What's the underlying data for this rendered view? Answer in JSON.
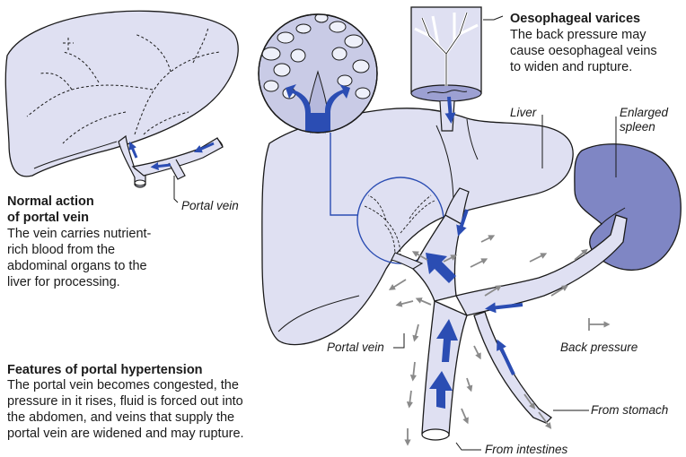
{
  "normal": {
    "heading_lines": [
      "Normal action",
      "of portal vein"
    ],
    "body_lines": [
      "The vein carries nutrient-",
      "rich blood from the",
      "abdominal organs to the",
      "liver for processing."
    ]
  },
  "features": {
    "heading": "Features of portal hypertension",
    "body_lines": [
      "The portal vein becomes congested, the",
      "pressure in it rises, fluid is forced out into",
      "the abdomen, and veins that supply the",
      "portal vein are widened and may rupture."
    ]
  },
  "varices": {
    "heading": "Oesophageal varices",
    "body_lines": [
      "The back pressure may",
      "cause oesophageal veins",
      "to widen and rupture."
    ]
  },
  "labels": {
    "portal_vein_small": "Portal vein",
    "portal_vein_large": "Portal vein",
    "liver": "Liver",
    "enlarged_spleen_lines": [
      "Enlarged",
      "spleen"
    ],
    "back_pressure": "Back pressure",
    "from_stomach": "From stomach",
    "from_intestines": "From intestines"
  },
  "colors": {
    "organ_fill": "#dfe0f2",
    "spleen_fill": "#7f86c4",
    "arrow_blue": "#2b4db3",
    "arrow_grey": "#8a8a8a",
    "outline": "#1a1a1a"
  }
}
